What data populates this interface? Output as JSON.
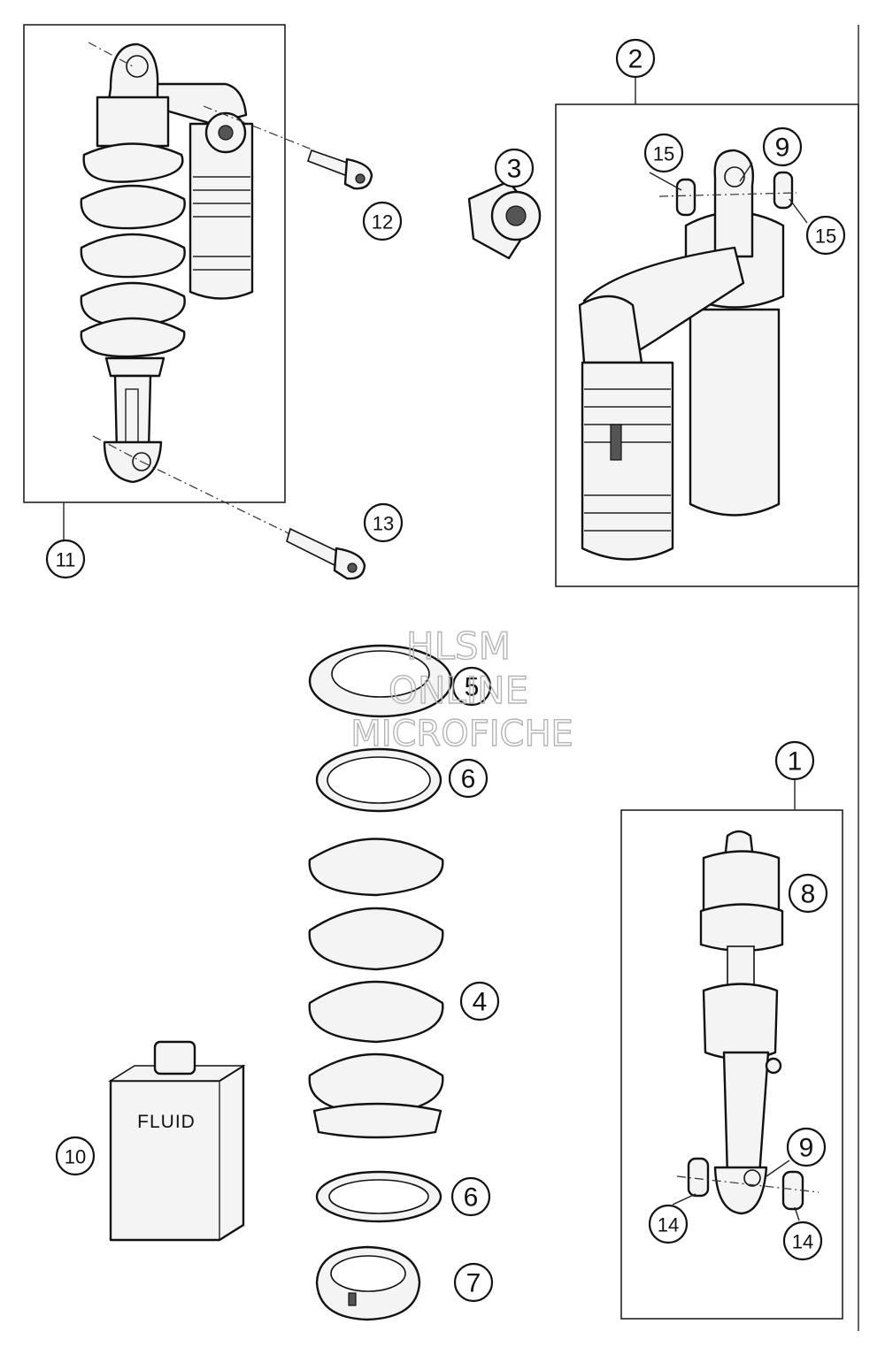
{
  "callouts": {
    "c1": "1",
    "c2": "2",
    "c3": "3",
    "c4": "4",
    "c5": "5",
    "c6a": "6",
    "c6b": "6",
    "c7": "7",
    "c8": "8",
    "c9a": "9",
    "c9b": "9",
    "c10": "10",
    "c11": "11",
    "c12": "12",
    "c13": "13",
    "c14a": "14",
    "c14b": "14",
    "c15a": "15",
    "c15b": "15"
  },
  "fluid_label": "FLUID",
  "watermark": {
    "line1": "HLSM",
    "line2": "ONLINE",
    "line3": "MICROFICHE"
  }
}
